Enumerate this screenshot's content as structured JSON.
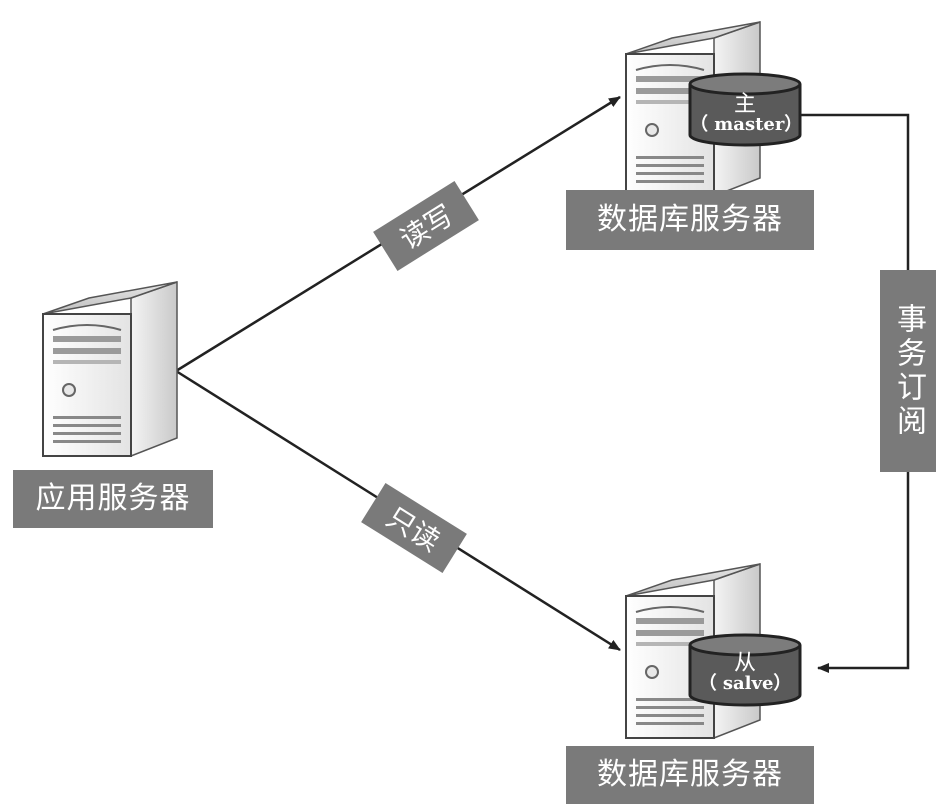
{
  "app_server": {
    "label": "应用服务器"
  },
  "master_server": {
    "label": "数据库服务器",
    "db_zh": "主",
    "db_en": "（ master）"
  },
  "slave_server": {
    "label": "数据库服务器",
    "db_zh": "从",
    "db_en": "（ salve）"
  },
  "edges": {
    "read_write": "读写",
    "read_only": "只读",
    "replication": "事务订阅"
  },
  "colors": {
    "label_bg": "#7a7a7a",
    "line": "#222222",
    "db_fill": "#5a5a5a"
  },
  "icons": {
    "server": "server-tower-icon",
    "database": "database-cylinder-icon"
  }
}
